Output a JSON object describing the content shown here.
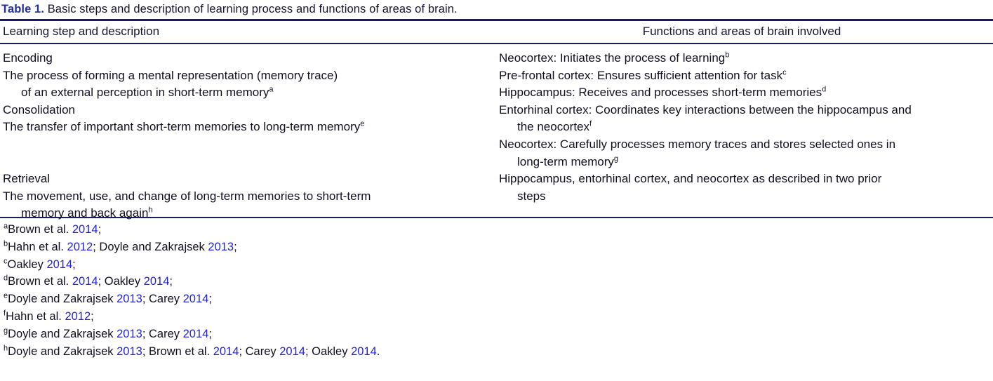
{
  "caption": {
    "label": "Table 1.",
    "text": " Basic steps and description of learning process and functions of areas of brain."
  },
  "colors": {
    "rule": "#1a1a6e",
    "caption_label": "#1f2f9e",
    "link": "#2222dd",
    "body_text": "#101020",
    "background": "#ffffff"
  },
  "header": {
    "left": "Learning step and description",
    "right": "Functions and areas of brain involved"
  },
  "left_column": {
    "lines": [
      {
        "text": "Encoding",
        "indent": false,
        "sup": ""
      },
      {
        "text": "The process of forming a mental representation (memory trace)",
        "indent": false,
        "sup": ""
      },
      {
        "text": "of an external perception in short-term memory",
        "indent": true,
        "sup": "a"
      },
      {
        "text": "Consolidation",
        "indent": false,
        "sup": ""
      },
      {
        "text": "The transfer of important short-term memories to long-term memory",
        "indent": false,
        "sup": "e"
      },
      {
        "text": "",
        "indent": false,
        "sup": ""
      },
      {
        "text": "",
        "indent": false,
        "sup": ""
      },
      {
        "text": "Retrieval",
        "indent": false,
        "sup": ""
      },
      {
        "text": "The movement, use, and change of long-term memories to short-term",
        "indent": false,
        "sup": ""
      },
      {
        "text": "memory and back again",
        "indent": true,
        "sup": "h"
      }
    ]
  },
  "right_column": {
    "lines": [
      {
        "text": "Neocortex: Initiates the process of learning",
        "indent": false,
        "sup": "b"
      },
      {
        "text": "Pre-frontal cortex: Ensures sufficient attention for task",
        "indent": false,
        "sup": "c"
      },
      {
        "text": "Hippocampus: Receives and processes short-term memories",
        "indent": false,
        "sup": "d"
      },
      {
        "text": "Entorhinal cortex: Coordinates key interactions between the hippocampus and",
        "indent": false,
        "sup": ""
      },
      {
        "text": "the neocortex",
        "indent": true,
        "sup": "f"
      },
      {
        "text": "Neocortex: Carefully processes memory traces and stores selected ones in",
        "indent": false,
        "sup": ""
      },
      {
        "text": "long-term memory",
        "indent": true,
        "sup": "g"
      },
      {
        "text": "Hippocampus, entorhinal cortex, and neocortex as described in two prior",
        "indent": false,
        "sup": ""
      },
      {
        "text": "steps",
        "indent": true,
        "sup": ""
      }
    ]
  },
  "footnotes": [
    {
      "marker": "a",
      "parts": [
        {
          "t": "Brown et al. ",
          "link": false
        },
        {
          "t": "2014",
          "link": true
        },
        {
          "t": ";",
          "link": false
        }
      ]
    },
    {
      "marker": "b",
      "parts": [
        {
          "t": "Hahn et al. ",
          "link": false
        },
        {
          "t": "2012",
          "link": true
        },
        {
          "t": "; Doyle and Zakrajsek ",
          "link": false
        },
        {
          "t": "2013",
          "link": true
        },
        {
          "t": ";",
          "link": false
        }
      ]
    },
    {
      "marker": "c",
      "parts": [
        {
          "t": "Oakley ",
          "link": false
        },
        {
          "t": "2014",
          "link": true
        },
        {
          "t": ";",
          "link": false
        }
      ]
    },
    {
      "marker": "d",
      "parts": [
        {
          "t": "Brown et al. ",
          "link": false
        },
        {
          "t": "2014",
          "link": true
        },
        {
          "t": "; Oakley ",
          "link": false
        },
        {
          "t": "2014",
          "link": true
        },
        {
          "t": ";",
          "link": false
        }
      ]
    },
    {
      "marker": "e",
      "parts": [
        {
          "t": "Doyle and Zakrajsek ",
          "link": false
        },
        {
          "t": "2013",
          "link": true
        },
        {
          "t": "; Carey ",
          "link": false
        },
        {
          "t": "2014",
          "link": true
        },
        {
          "t": ";",
          "link": false
        }
      ]
    },
    {
      "marker": "f",
      "parts": [
        {
          "t": "Hahn et al. ",
          "link": false
        },
        {
          "t": "2012",
          "link": true
        },
        {
          "t": ";",
          "link": false
        }
      ]
    },
    {
      "marker": "g",
      "parts": [
        {
          "t": "Doyle and Zakrajsek ",
          "link": false
        },
        {
          "t": "2013",
          "link": true
        },
        {
          "t": "; Carey ",
          "link": false
        },
        {
          "t": "2014",
          "link": true
        },
        {
          "t": ";",
          "link": false
        }
      ]
    },
    {
      "marker": "h",
      "parts": [
        {
          "t": "Doyle and Zakrajsek ",
          "link": false
        },
        {
          "t": "2013",
          "link": true
        },
        {
          "t": "; Brown et al. ",
          "link": false
        },
        {
          "t": "2014",
          "link": true
        },
        {
          "t": "; Carey ",
          "link": false
        },
        {
          "t": "2014",
          "link": true
        },
        {
          "t": "; Oakley ",
          "link": false
        },
        {
          "t": "2014",
          "link": true
        },
        {
          "t": ".",
          "link": false
        }
      ]
    }
  ]
}
